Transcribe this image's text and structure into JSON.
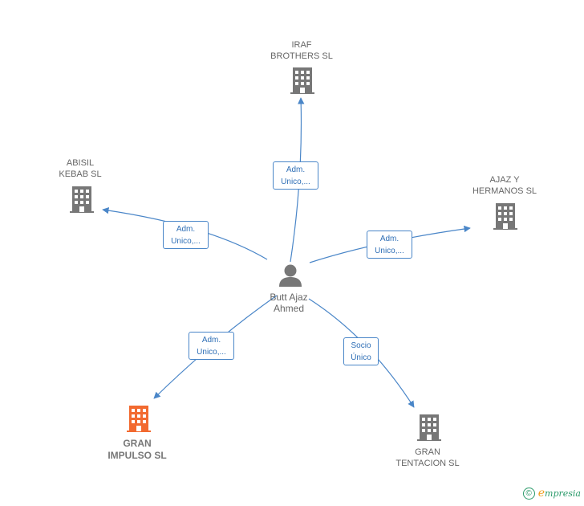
{
  "person": {
    "name_line1": "Butt Ajaz",
    "name_line2": "Ahmed"
  },
  "companies": [
    {
      "id": "iraf",
      "line1": "IRAF",
      "line2": "BROTHERS SL",
      "highlight": false
    },
    {
      "id": "abisil",
      "line1": "ABISIL",
      "line2": "KEBAB  SL",
      "highlight": false
    },
    {
      "id": "ajaz",
      "line1": "AJAZ Y",
      "line2": "HERMANOS  SL",
      "highlight": false
    },
    {
      "id": "gran-impulso",
      "line1": "GRAN",
      "line2": "IMPULSO  SL",
      "highlight": true
    },
    {
      "id": "gran-tentacion",
      "line1": "GRAN",
      "line2": "TENTACION  SL",
      "highlight": false
    }
  ],
  "relations": [
    {
      "to": "iraf",
      "role_line1": "Adm.",
      "role_line2": "Unico,..."
    },
    {
      "to": "abisil",
      "role_line1": "Adm.",
      "role_line2": "Unico,..."
    },
    {
      "to": "ajaz",
      "role_line1": "Adm.",
      "role_line2": "Unico,..."
    },
    {
      "to": "gran-impulso",
      "role_line1": "Adm.",
      "role_line2": "Unico,..."
    },
    {
      "to": "gran-tentacion",
      "role_line1": "Socio",
      "role_line2": "Único"
    }
  ],
  "footer": {
    "copyright_symbol": "©",
    "brand_initial": "e",
    "brand_rest": "mpresia"
  },
  "colors": {
    "edge": "#4a86c8",
    "building": "#777777",
    "building_highlight": "#f26a30",
    "person": "#777777"
  },
  "icons": {
    "company": "building-icon",
    "person": "person-icon"
  }
}
